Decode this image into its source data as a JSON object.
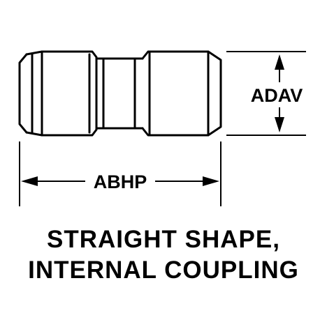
{
  "drawing": {
    "width_dimension_label": "ABHP",
    "height_dimension_label": "ADAV"
  },
  "caption": {
    "line1": "STRAIGHT SHAPE,",
    "line2": "INTERNAL COUPLING"
  }
}
